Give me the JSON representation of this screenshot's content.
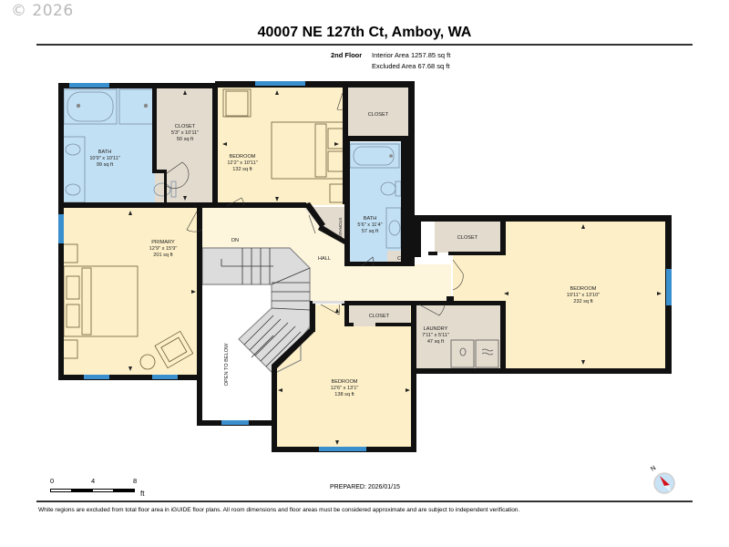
{
  "copyright": "© 2026",
  "header": {
    "title": "40007 NE 127th Ct, Amboy, WA",
    "floor": "2nd Floor",
    "interior_area": "Interior Area 1257.85 sq ft",
    "excluded_area": "Excluded Area 67.68 sq ft"
  },
  "rooms": {
    "bath_primary": {
      "name": "BATH",
      "dims": "10'9\" x 10'11\"",
      "area": "99 sq ft"
    },
    "closet_primary": {
      "name": "CLOSET",
      "dims": "5'3\" x 10'11\"",
      "area": "50 sq ft"
    },
    "bedroom_1": {
      "name": "BEDROOM",
      "dims": "12'2\" x 10'11\"",
      "area": "132 sq ft"
    },
    "closet_bedroom_1": {
      "name": "CLOSET"
    },
    "bath_2": {
      "name": "BATH",
      "dims": "5'6\" x 11'4\"",
      "area": "57 sq ft"
    },
    "storage": {
      "name": "STORAGE"
    },
    "c_closet": {
      "name": "C"
    },
    "primary": {
      "name": "PRIMARY",
      "dims": "12'9\" x 15'9\"",
      "area": "201 sq ft"
    },
    "hall": {
      "name": "HALL"
    },
    "stairs_dn": {
      "name": "DN"
    },
    "open_to_below": {
      "name": "OPEN TO BELOW"
    },
    "closet_bedroom_3": {
      "name": "CLOSET"
    },
    "bedroom_3": {
      "name": "BEDROOM",
      "dims": "19'11\" x 13'10\"",
      "area": "232 sq ft"
    },
    "closet_bedroom_2": {
      "name": "CLOSET"
    },
    "bedroom_2": {
      "name": "BEDROOM",
      "dims": "12'6\" x 13'1\"",
      "area": "138 sq ft"
    },
    "laundry": {
      "name": "LAUNDRY",
      "dims": "7'11\" x 5'11\"",
      "area": "47 sq ft"
    }
  },
  "colors": {
    "wall": "#111111",
    "bedroom_fill": "#fdf0c8",
    "bath_fill": "#c2e0f4",
    "closet_fill": "#e3dbce",
    "stair_fill": "#dcdcdc",
    "window": "#3a8fcf",
    "hall_fill": "#fdf5dc"
  },
  "scale": {
    "ticks": [
      "0",
      "4",
      "8"
    ],
    "unit": "ft"
  },
  "prepared": "PREPARED: 2026/01/15",
  "footer": "White regions are excluded from total floor area in iGUIDE floor plans. All room dimensions and floor areas must be considered approximate and are subject to independent verification.",
  "compass": {
    "label": "N",
    "icon": "compass-icon"
  }
}
